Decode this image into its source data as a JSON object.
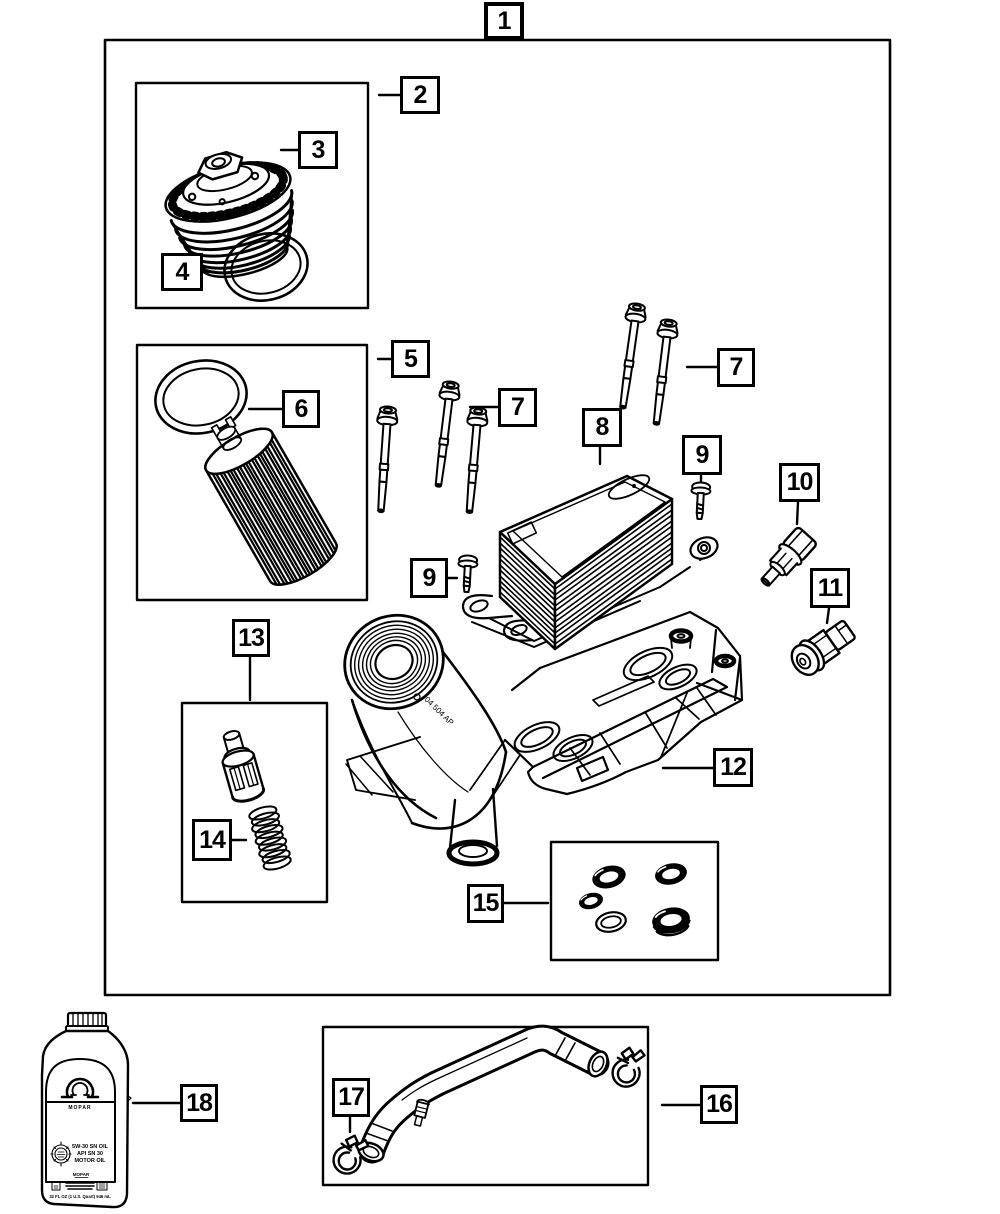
{
  "page": {
    "paper_color": "#ffffff",
    "ink_color": "#000000"
  },
  "callouts": {
    "c1": "1",
    "c2": "2",
    "c3": "3",
    "c4": "4",
    "c5": "5",
    "c6": "6",
    "c7a": "7",
    "c7b": "7",
    "c8": "8",
    "c9a": "9",
    "c9b": "9",
    "c10": "10",
    "c11": "11",
    "c12": "12",
    "c13": "13",
    "c14": "14",
    "c15": "15",
    "c16": "16",
    "c17": "17",
    "c18": "18"
  },
  "housing": {
    "stamp": "04 504 AP"
  },
  "bottle": {
    "brand": "MOPAR",
    "label_line1": "5W-30 SN OIL",
    "label_line2": "API SN 30",
    "label_line3": "MOTOR OIL",
    "brand_small": "MOPAR",
    "volume": "32 FL OZ (1 U.S. Quart) 946 mL"
  }
}
